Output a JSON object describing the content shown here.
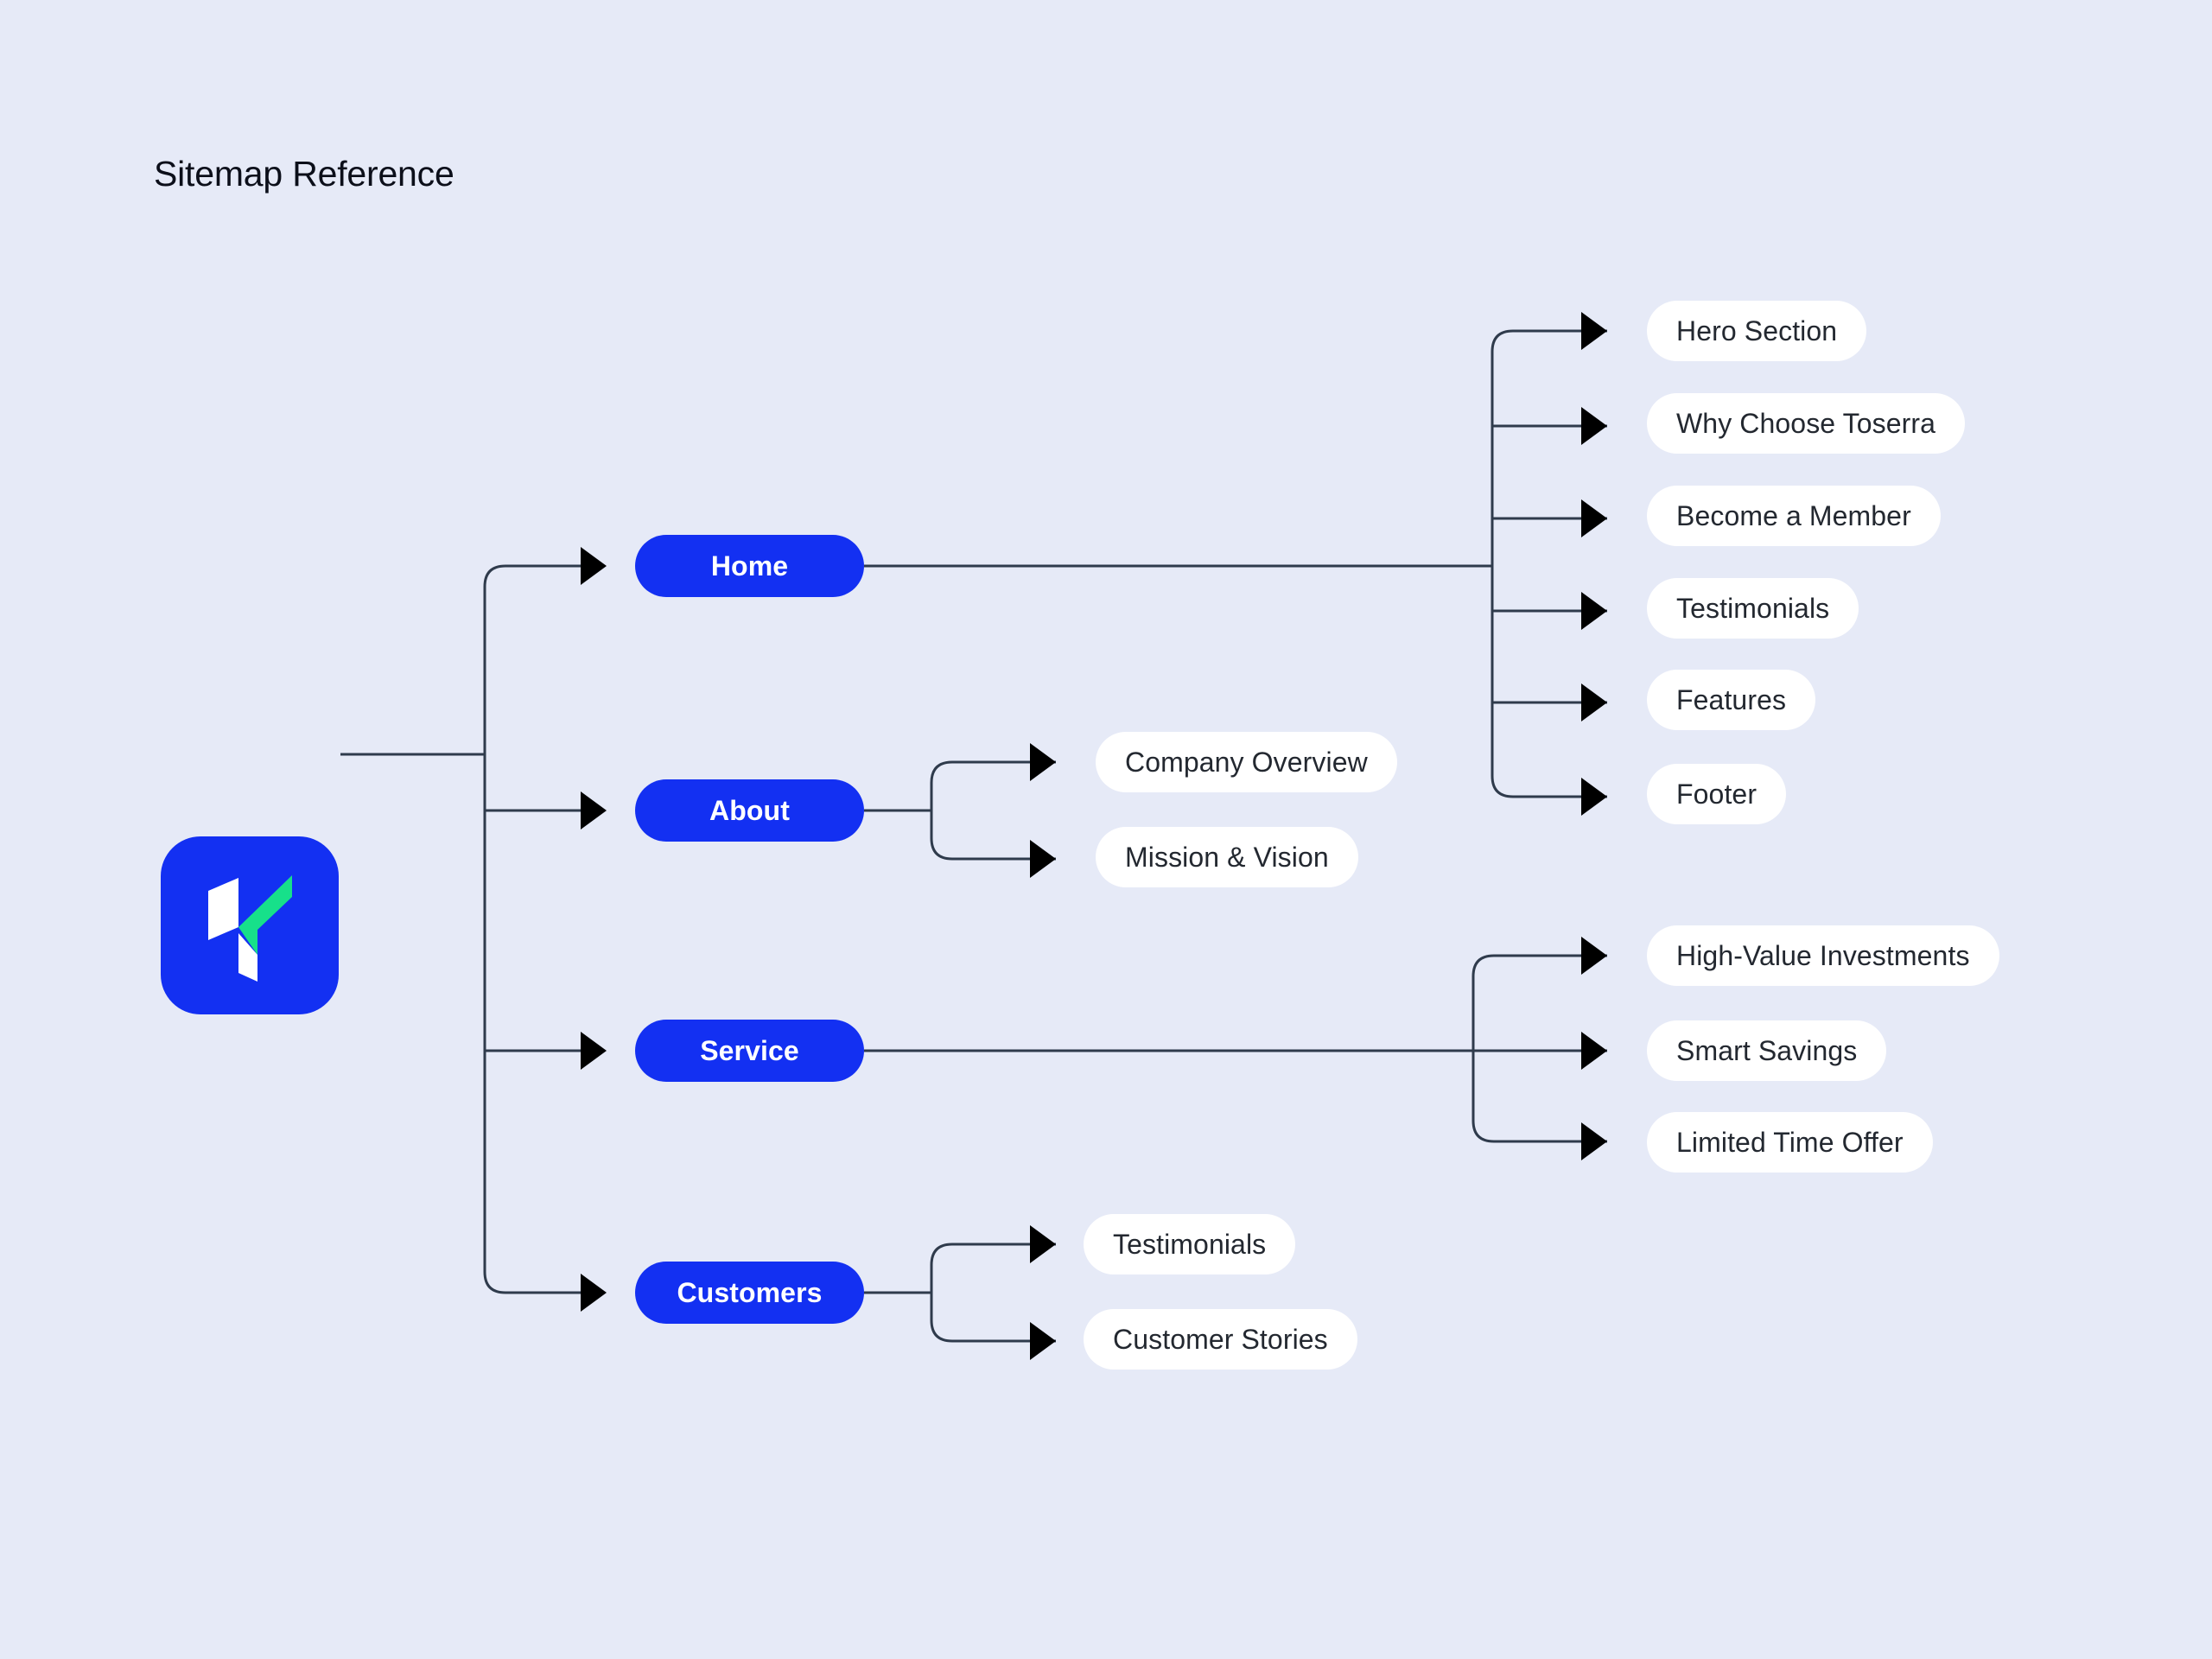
{
  "page": {
    "title": "Sitemap Reference",
    "background_color": "#e6eaf7",
    "accent_blue": "#1330f2",
    "leaf_background": "#ffffff",
    "leaf_text_color": "#232830",
    "connector_color": "#2f3b4c"
  },
  "root": {
    "name": "brand-logo",
    "mark_colors": {
      "tile": "#1330f2",
      "shape_light": "#ffffff",
      "shape_accent": "#17e08a"
    }
  },
  "chart_data": {
    "type": "diagram",
    "diagram_kind": "sitemap-tree",
    "title": "Sitemap Reference",
    "orientation": "left-to-right",
    "root": "brand-logo",
    "nodes": [
      {
        "id": "home",
        "label": "Home",
        "level": 1,
        "style": "blue-pill",
        "children": [
          "Hero Section",
          "Why Choose Toserra",
          "Become a Member",
          "Testimonials",
          "Features",
          "Footer"
        ]
      },
      {
        "id": "about",
        "label": "About",
        "level": 1,
        "style": "blue-pill",
        "children": [
          "Company Overview",
          "Mission & Vision"
        ]
      },
      {
        "id": "service",
        "label": "Service",
        "level": 1,
        "style": "blue-pill",
        "children": [
          "High-Value Investments",
          "Smart Savings",
          "Limited Time Offer"
        ]
      },
      {
        "id": "customers",
        "label": "Customers",
        "level": 1,
        "style": "blue-pill",
        "children": [
          "Testimonials",
          "Customer Stories"
        ]
      }
    ],
    "edge_count": 17,
    "leaf_count": 13
  },
  "branches": {
    "home": {
      "label": "Home",
      "children": [
        {
          "label": "Hero Section"
        },
        {
          "label": "Why Choose Toserra"
        },
        {
          "label": "Become a Member"
        },
        {
          "label": "Testimonials"
        },
        {
          "label": "Features"
        },
        {
          "label": "Footer"
        }
      ]
    },
    "about": {
      "label": "About",
      "children": [
        {
          "label": "Company Overview"
        },
        {
          "label": "Mission & Vision"
        }
      ]
    },
    "service": {
      "label": "Service",
      "children": [
        {
          "label": "High-Value Investments"
        },
        {
          "label": "Smart Savings"
        },
        {
          "label": "Limited Time Offer"
        }
      ]
    },
    "customers": {
      "label": "Customers",
      "children": [
        {
          "label": "Testimonials"
        },
        {
          "label": "Customer Stories"
        }
      ]
    }
  }
}
